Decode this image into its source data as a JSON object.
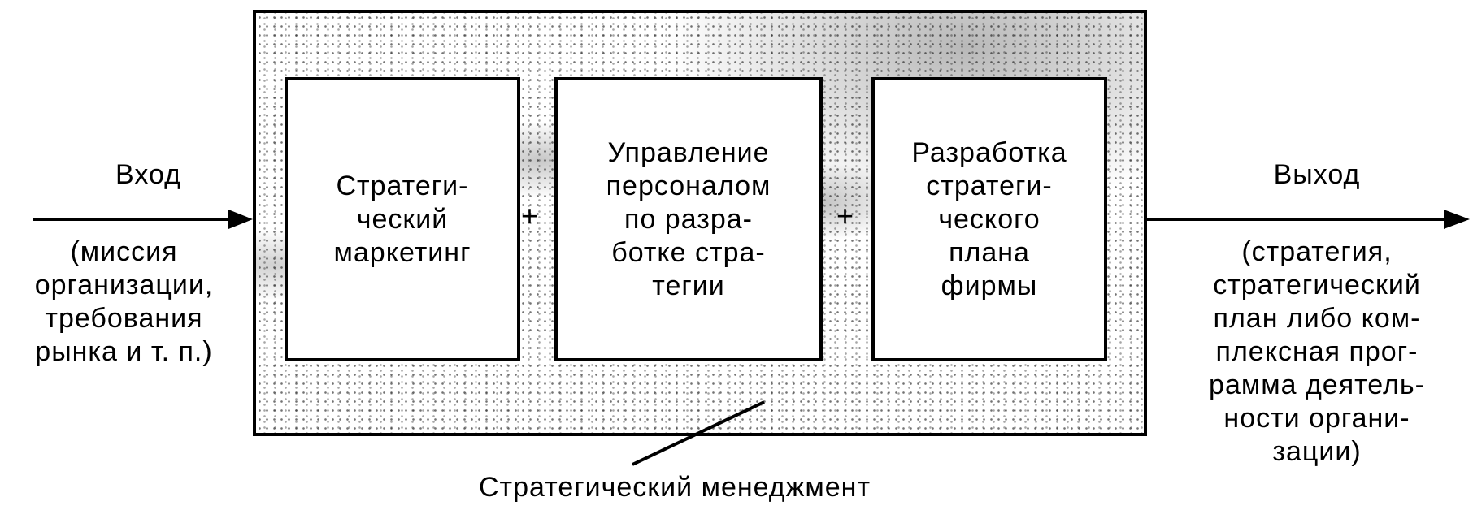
{
  "diagram": {
    "boxes": [
      {
        "text": "Стратеги-\nческий\nмаркетинг"
      },
      {
        "text": "Управление\nперсоналом\nпо разра-\nботке стра-\nтегии"
      },
      {
        "text": "Разработка\nстратеги-\nческого\nплана\nфирмы"
      }
    ],
    "plus_signs": [
      "+",
      "+"
    ],
    "input": {
      "title": "Вход",
      "details": "(миссия\nорганизации,\nтребования\nрынка и т. п.)"
    },
    "output": {
      "title": "Выход",
      "details": "(стратегия,\nстратегический\nплан либо ком-\nплексная прог-\nрамма деятель-\nности органи-\nзации)"
    },
    "container_label": "Стратегический  менеджмент"
  }
}
